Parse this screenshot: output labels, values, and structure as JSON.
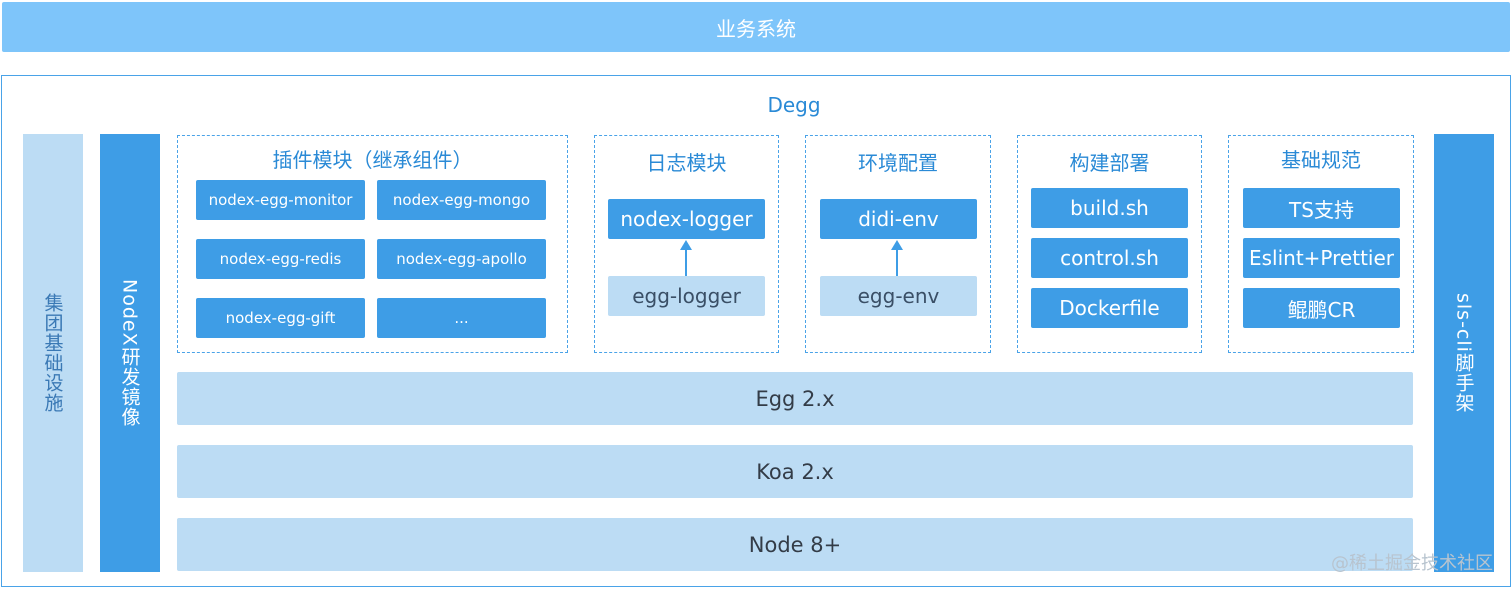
{
  "top_bar": {
    "label": "业务系统"
  },
  "degg": {
    "title": "Degg"
  },
  "left": {
    "infra": "集团基础设施",
    "mirror": "NodeX研发镜像"
  },
  "right": {
    "cli": "sls-cli脚手架"
  },
  "plugins": {
    "title": "插件模块（继承组件）",
    "items": [
      "nodex-egg-monitor",
      "nodex-egg-mongo",
      "nodex-egg-redis",
      "nodex-egg-apollo",
      "nodex-egg-gift",
      "..."
    ]
  },
  "logger": {
    "title": "日志模块",
    "top": "nodex-logger",
    "bottom": "egg-logger"
  },
  "env": {
    "title": "环境配置",
    "top": "didi-env",
    "bottom": "egg-env"
  },
  "build": {
    "title": "构建部署",
    "items": [
      "build.sh",
      "control.sh",
      "Dockerfile"
    ]
  },
  "spec": {
    "title": "基础规范",
    "items": [
      "TS支持",
      "Eslint+Prettier",
      "鲲鹏CR"
    ]
  },
  "layers": [
    "Egg 2.x",
    "Koa 2.x",
    "Node 8+"
  ],
  "watermark": "@稀土掘金技术社区",
  "colors": {
    "primary": "#3e9de6",
    "light": "#bcdcf4",
    "top_bar": "#7ec5fa",
    "title_text": "#2a8ad6"
  }
}
